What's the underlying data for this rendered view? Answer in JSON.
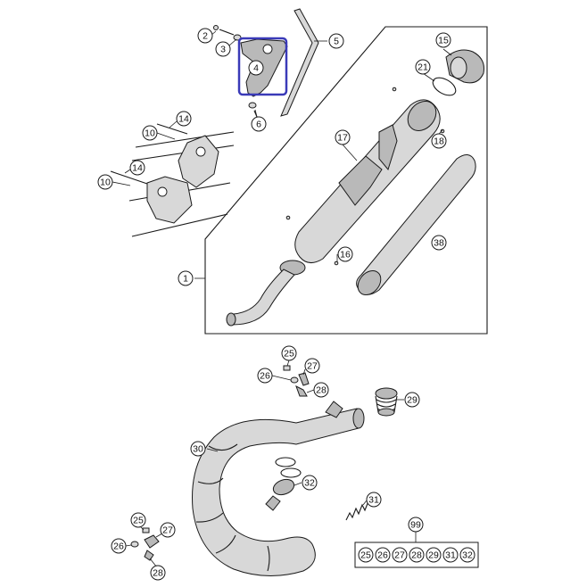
{
  "colors": {
    "highlight": "#3a3ab8",
    "line": "#1a1a1a",
    "part_fill": "#d8d8d8",
    "background": "#ffffff"
  },
  "callouts": [
    {
      "id": "c1",
      "label": "1"
    },
    {
      "id": "c2",
      "label": "2"
    },
    {
      "id": "c3",
      "label": "3"
    },
    {
      "id": "c4",
      "label": "4"
    },
    {
      "id": "c5",
      "label": "5"
    },
    {
      "id": "c6",
      "label": "6"
    },
    {
      "id": "c10a",
      "label": "10"
    },
    {
      "id": "c10b",
      "label": "10"
    },
    {
      "id": "c14a",
      "label": "14"
    },
    {
      "id": "c14b",
      "label": "14"
    },
    {
      "id": "c15",
      "label": "15"
    },
    {
      "id": "c16",
      "label": "16"
    },
    {
      "id": "c17",
      "label": "17"
    },
    {
      "id": "c18",
      "label": "18"
    },
    {
      "id": "c21",
      "label": "21"
    },
    {
      "id": "c38",
      "label": "38"
    },
    {
      "id": "c25a",
      "label": "25"
    },
    {
      "id": "c26a",
      "label": "26"
    },
    {
      "id": "c27a",
      "label": "27"
    },
    {
      "id": "c28a",
      "label": "28"
    },
    {
      "id": "c29",
      "label": "29"
    },
    {
      "id": "c30",
      "label": "30"
    },
    {
      "id": "c31",
      "label": "31"
    },
    {
      "id": "c32",
      "label": "32"
    },
    {
      "id": "c25b",
      "label": "25"
    },
    {
      "id": "c26b",
      "label": "26"
    },
    {
      "id": "c27b",
      "label": "27"
    },
    {
      "id": "c28b",
      "label": "28"
    },
    {
      "id": "c99",
      "label": "99"
    }
  ],
  "kit_contents": [
    "25",
    "26",
    "27",
    "28",
    "29",
    "31",
    "32"
  ]
}
